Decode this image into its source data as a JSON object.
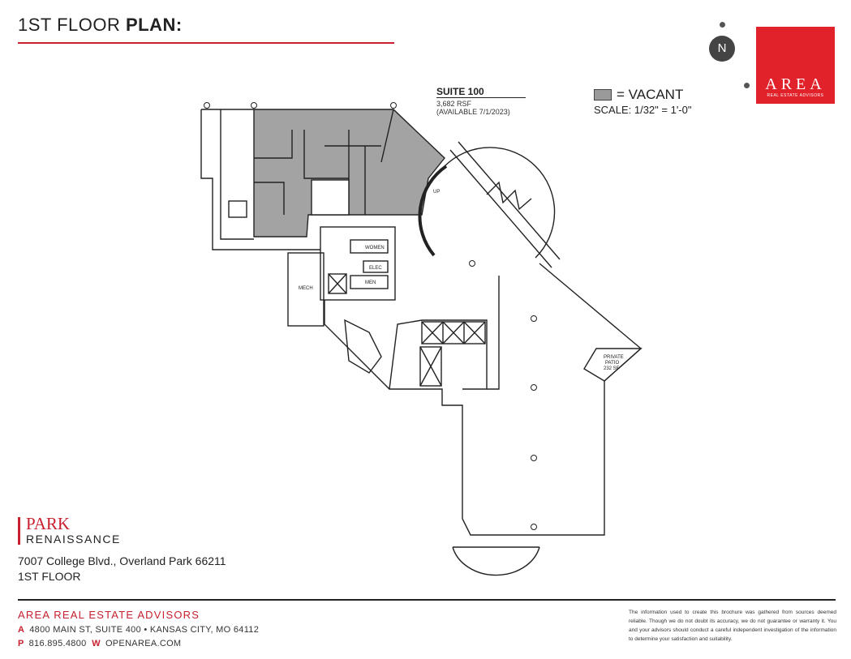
{
  "page": {
    "title_light": "1ST FLOOR ",
    "title_bold": "PLAN:",
    "accent_color": "#c8202f"
  },
  "compass": {
    "label": "N"
  },
  "logo": {
    "word": "AREA",
    "sub": "REAL ESTATE ADVISORS",
    "color": "#e2222b"
  },
  "legend": {
    "label": "= VACANT",
    "vacant_color": "#9a9a9a",
    "scale": "SCALE: 1/32\" = 1'-0\""
  },
  "suite": {
    "name": "SUITE 100",
    "size": "3,682 RSF",
    "available": "(AVAILABLE 7/1/2023)"
  },
  "plan_labels": {
    "up": "UP",
    "women": "WOMEN",
    "elec": "ELEC",
    "men": "MEN",
    "mech": "MECH",
    "patio_1": "PRIVATE",
    "patio_2": "PATIO",
    "patio_3": "232 SF"
  },
  "building": {
    "name_1": "PARK",
    "name_2": "RENAISSANCE",
    "address": "7007 College Blvd., Overland Park 66211",
    "floor": "1ST FLOOR"
  },
  "footer": {
    "firm": "AREA REAL ESTATE ADVISORS",
    "address_key": "A",
    "address": "4800 MAIN ST, SUITE 400 • KANSAS CITY, MO 64112",
    "phone_key": "P",
    "phone": "816.895.4800",
    "web_key": "W",
    "web": "OPENAREA.COM",
    "disclaimer": "The information used to create this brochure was gathered from sources deemed reliable. Though we do not doubt its accuracy, we do not guarantee or warranty it. You and your advisors should conduct a careful independent investigation of the information to determine your satisfaction and suitability."
  }
}
